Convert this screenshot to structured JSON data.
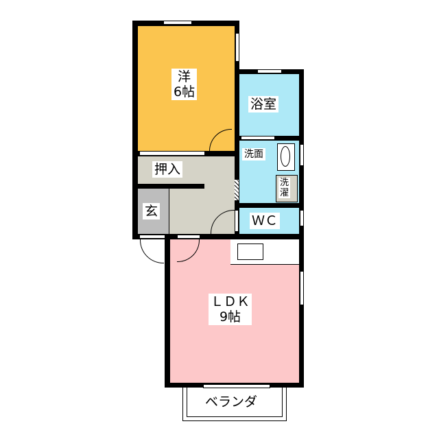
{
  "colors": {
    "western": "#FBC54F",
    "wet": "#AEE9F7",
    "hall": "#D5D3C7",
    "genkan": "#BDBDBD",
    "ldk": "#FDC8C9"
  },
  "rooms": {
    "western": {
      "name": "洋",
      "size": "6帖"
    },
    "bath": "浴室",
    "washroom": "洗面",
    "laundry": "洗\n濯",
    "wc": "ＷＣ",
    "closet": "押入",
    "entrance": "玄",
    "ldk": {
      "name": "ＬＤＫ",
      "size": "9帖"
    },
    "balcony": "ベランダ"
  }
}
